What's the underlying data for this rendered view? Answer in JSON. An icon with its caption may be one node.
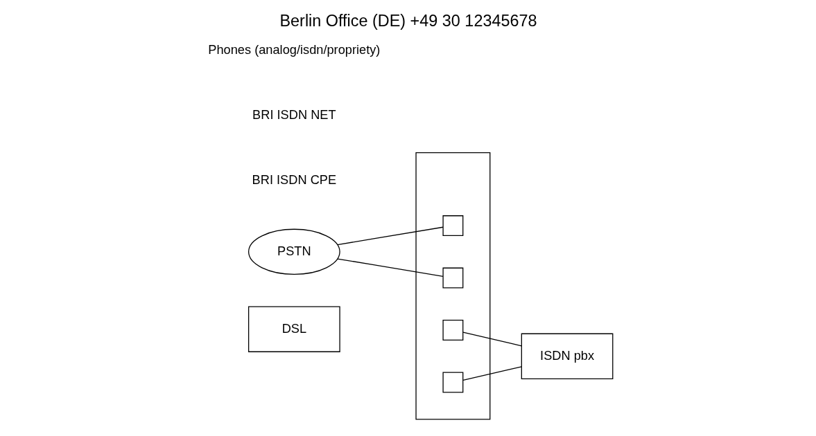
{
  "diagram": {
    "title": "Berlin Office (DE) +49 30 12345678",
    "nodes": [
      {
        "text": [
          "DSL"
        ]
      },
      {
        "text": [
          "PSTN"
        ]
      },
      {
        "text": [],
        "shape": "box"
      },
      {
        "text": [],
        "shape": "box",
        "in": 2
      },
      {
        "text": [],
        "shape": "box",
        "in": 2
      },
      {
        "text": [],
        "shape": "box",
        "in": 2
      },
      {
        "text": [],
        "shape": "box",
        "in": 2
      },
      {
        "text": [
          "ISDN pbx"
        ]
      }
    ],
    "edges": [
      {
        "from": 1,
        "to": 3,
        "arrow": "none"
      },
      {
        "from": 1,
        "to": 4,
        "arrow": "none"
      },
      {
        "from": 5,
        "to": 7,
        "arrow": "none"
      },
      {
        "from": 6,
        "to": 7,
        "arrow": "none"
      }
    ],
    "labels": [
      "BRI ISDN CPE",
      "BRI ISDN NET",
      "Phones (analog/isdn/propriety)"
    ]
  }
}
